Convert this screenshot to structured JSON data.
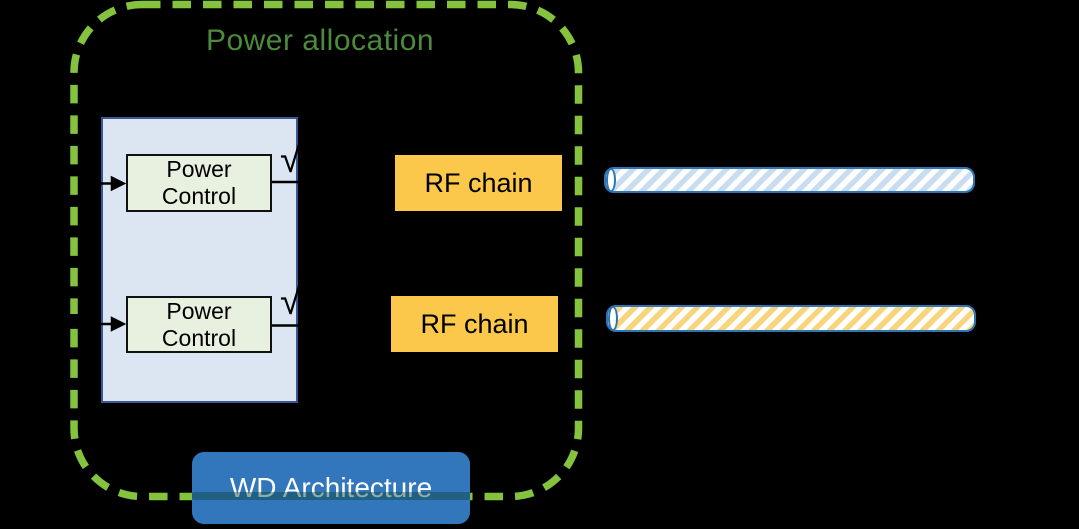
{
  "diagram": {
    "background_color": "#000000",
    "power_allocation": {
      "label": "Power allocation",
      "label_color": "#4C8A3C",
      "border_color": "#85C33E",
      "border_style": "dashed-rounded"
    },
    "baseband_box": {
      "fill": "#DCE6F2",
      "border_color": "#3A5795",
      "block_fill": "#E8F1DF",
      "sqrt_symbol": "√",
      "power_control_blocks": [
        {
          "line1": "Power",
          "line2": "Control"
        },
        {
          "line1": "Power",
          "line2": "Control"
        }
      ]
    },
    "rf_chains": [
      {
        "label": "RF chain"
      },
      {
        "label": "RF chain"
      }
    ],
    "rf_chain_fill": "#FBC84B",
    "antennas": [
      {
        "stripe_color": "#C9DCF0",
        "border_color": "#2E75B6"
      },
      {
        "stripe_color": "#F8D57C",
        "border_color": "#2E75B6"
      }
    ],
    "caption": {
      "label": "WD Architecture",
      "fill": "#3277BC",
      "text_color": "#FFFFFF"
    }
  }
}
